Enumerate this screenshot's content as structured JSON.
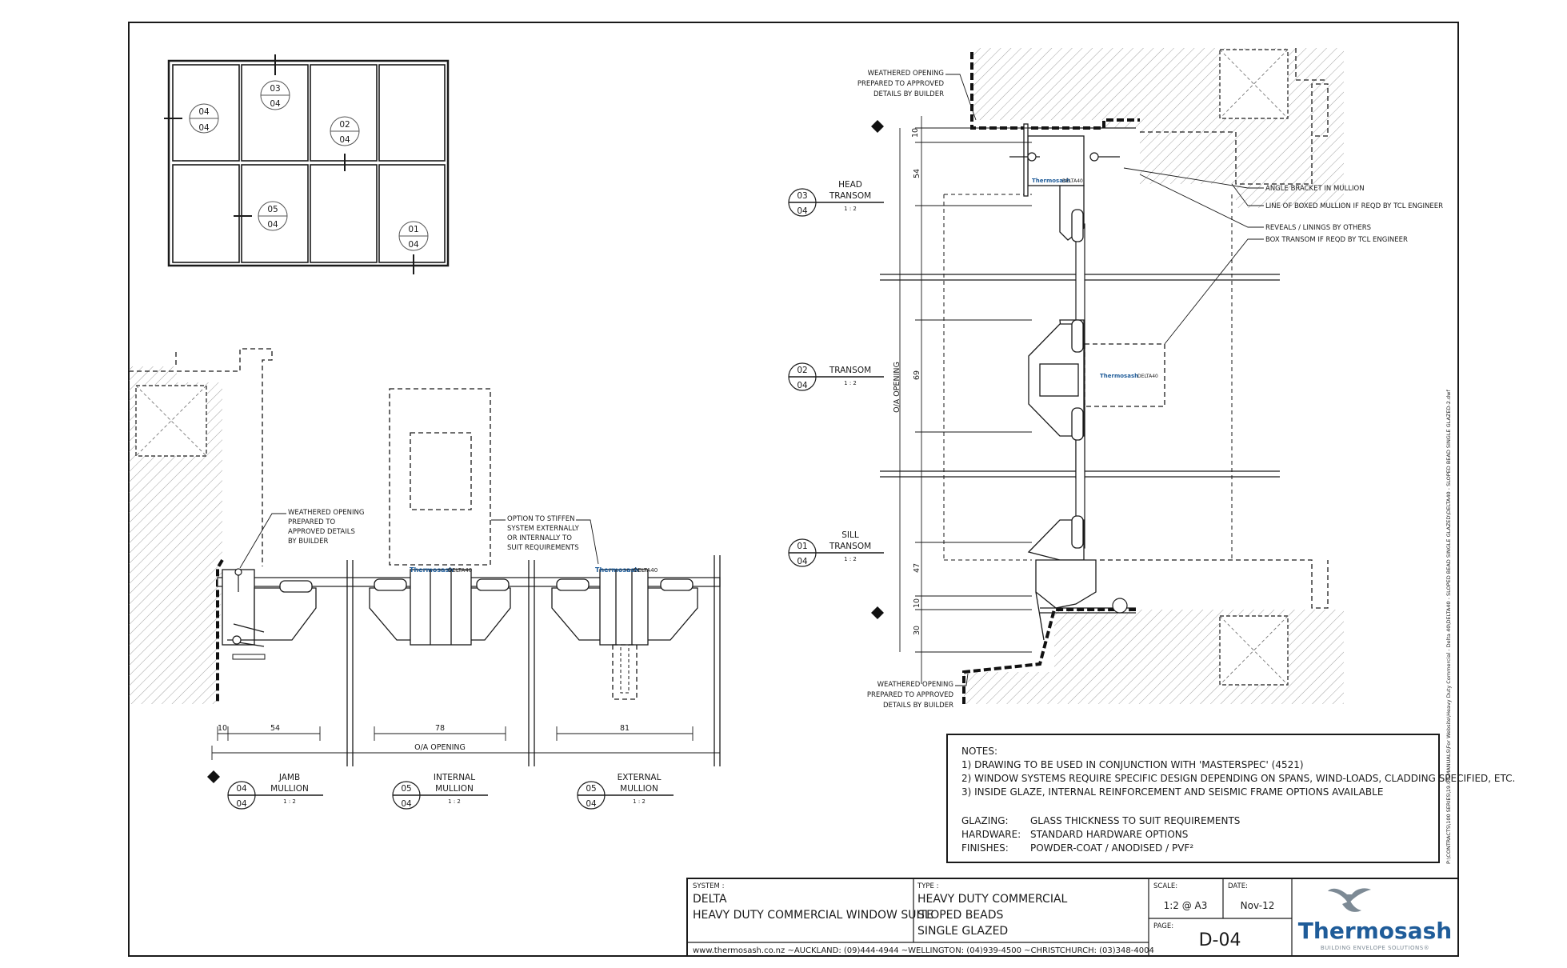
{
  "key_plan": {
    "markers": [
      {
        "top": "04",
        "bottom": "04"
      },
      {
        "top": "03",
        "bottom": "04"
      },
      {
        "top": "02",
        "bottom": "04"
      },
      {
        "top": "05",
        "bottom": "04"
      },
      {
        "top": "01",
        "bottom": "04"
      }
    ]
  },
  "sections": {
    "head_transom": {
      "ref_top": "03",
      "ref_bottom": "04",
      "title_1": "HEAD",
      "title_2": "TRANSOM",
      "scale": "1 : 2"
    },
    "transom": {
      "ref_top": "02",
      "ref_bottom": "04",
      "title_1": "TRANSOM",
      "scale": "1 : 2"
    },
    "sill_transom": {
      "ref_top": "01",
      "ref_bottom": "04",
      "title_1": "SILL",
      "title_2": "TRANSOM",
      "scale": "1 : 2"
    },
    "jamb_mullion": {
      "ref_top": "04",
      "ref_bottom": "04",
      "title_1": "JAMB",
      "title_2": "MULLION",
      "scale": "1 : 2"
    },
    "internal_mullion": {
      "ref_top": "05",
      "ref_bottom": "04",
      "title_1": "INTERNAL",
      "title_2": "MULLION",
      "scale": "1 : 2"
    },
    "external_mullion": {
      "ref_top": "05",
      "ref_bottom": "04",
      "title_1": "EXTERNAL",
      "title_2": "MULLION",
      "scale": "1 : 2"
    }
  },
  "annotations": {
    "weathered_top": [
      "WEATHERED OPENING",
      "PREPARED TO  APPROVED",
      "DETAILS BY BUILDER"
    ],
    "weathered_bottom": [
      "WEATHERED OPENING",
      "PREPARED TO APPROVED",
      "DETAILS BY BUILDER"
    ],
    "weathered_left": [
      "WEATHERED OPENING",
      "PREPARED TO",
      "APPROVED DETAILS",
      "BY BUILDER"
    ],
    "stiffen": [
      "OPTION TO STIFFEN",
      "SYSTEM EXTERNALLY",
      "OR INTERNALLY TO",
      "SUIT REQUIREMENTS"
    ],
    "angle_bracket": "ANGLE BRACKET IN MULLION",
    "boxed_mullion": "LINE OF BOXED MULLION IF REQD BY TCL ENGINEER",
    "reveals": "REVEALS / LININGS BY OTHERS",
    "box_transom": "BOX TRANSOM IF REQD BY TCL ENGINEER",
    "oa_opening": "O/A OPENING",
    "brand_tag": "Thermosash",
    "product_tag": "DELTA40"
  },
  "dimensions": {
    "vertical": [
      "10",
      "54",
      "69",
      "47",
      "10",
      "30"
    ],
    "horizontal": [
      "10",
      "54",
      "78",
      "81"
    ]
  },
  "file_path": "P:\\CONTRACTS\\100 SERIES\\19.00-MANUALS\\For Website\\Heavy Duty Commercial - Delta 40\\DELTA40 - SLOPED BEAD SINGLE GLAZED\\DELTA40 - SLOPED BEAD SINGLE GLAZED-2.dwf",
  "notes": {
    "heading": "NOTES:",
    "items": [
      "1) DRAWING TO BE USED IN CONJUNCTION WITH 'MASTERSPEC' (4521)",
      "2) WINDOW SYSTEMS REQUIRE SPECIFIC DESIGN DEPENDING ON SPANS, WIND-LOADS, CLADDING SPECIFIED, ETC.",
      "3) INSIDE GLAZE, INTERNAL REINFORCEMENT AND SEISMIC FRAME OPTIONS AVAILABLE"
    ],
    "specs": [
      {
        "label": "GLAZING:",
        "value": "GLASS THICKNESS TO SUIT REQUIREMENTS"
      },
      {
        "label": "HARDWARE:",
        "value": "STANDARD HARDWARE OPTIONS"
      },
      {
        "label": "FINISHES:",
        "value": "POWDER-COAT / ANODISED / PVF²"
      }
    ]
  },
  "title_block": {
    "system_label": "SYSTEM :",
    "system_line1": "DELTA",
    "system_line2": "HEAVY DUTY COMMERCIAL WINDOW SUITE",
    "type_label": "TYPE :",
    "type_line1": "HEAVY DUTY COMMERCIAL",
    "type_line2": "SLOPED BEADS",
    "type_line3": "SINGLE GLAZED",
    "scale_label": "SCALE:",
    "scale_value": "1:2 @ A3",
    "date_label": "DATE:",
    "date_value": "Nov-12",
    "page_label": "PAGE:",
    "page_value": "D-04",
    "contact": "www.thermosash.co.nz ~AUCKLAND: (09)444-4944 ~WELLINGTON: (04)939-4500 ~CHRISTCHURCH: (03)348-4004",
    "brand": "Thermosash",
    "tagline": "BUILDING ENVELOPE SOLUTIONS®"
  },
  "colors": {
    "line": "#1a1a1a",
    "brand": "#1f5c99",
    "logo_grey": "#7d8a95",
    "dash": "#333333"
  }
}
